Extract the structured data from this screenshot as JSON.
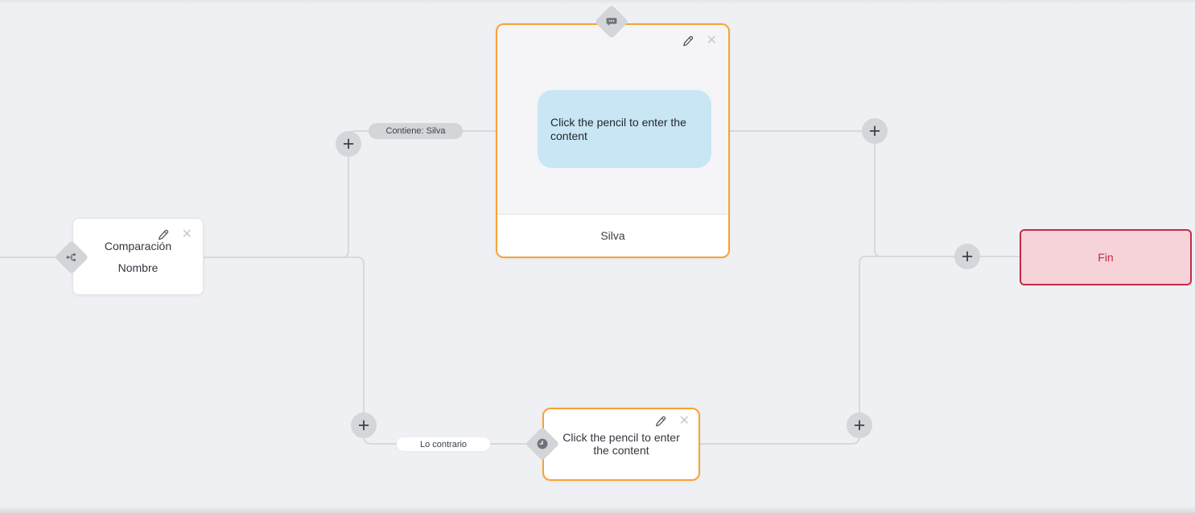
{
  "canvas": {
    "background": "#eff0f3",
    "edge_color": "#d8d9dd"
  },
  "glyphs": {
    "plus": "+",
    "close": "✕"
  },
  "edge_labels": {
    "true_branch": "Contiene: Silva",
    "false_branch": "Lo contrario"
  },
  "nodes": {
    "condition": {
      "title_line1": "Comparación",
      "title_line2": "Nombre",
      "type_icon": "branch-icon"
    },
    "message": {
      "placeholder": "Click the pencil to enter the content",
      "footer": "Silva",
      "type_icon": "chat-bubble-icon",
      "bubble_color": "#c9e6f5",
      "border_color": "#f9a232"
    },
    "action": {
      "placeholder": "Click the pencil to enter the content",
      "type_icon": "clock-icon",
      "border_color": "#f9a232"
    },
    "end": {
      "label": "Fin",
      "background": "#f5d3d9",
      "border_color": "#c42a46",
      "text_color": "#c42a46"
    }
  },
  "controls": {
    "add_button_count": 5,
    "plus_background": "#d5d6da",
    "plus_glyph_color": "#3b3f49"
  }
}
